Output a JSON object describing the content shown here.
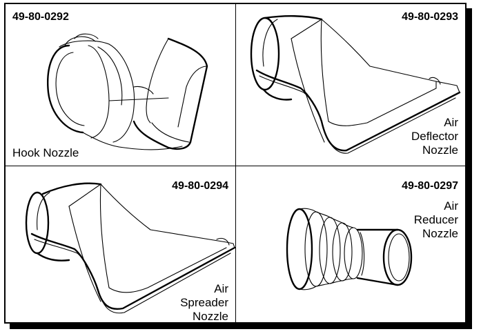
{
  "panels": [
    {
      "part_number": "49-80-0292",
      "label_lines": [
        "Hook Nozzle"
      ]
    },
    {
      "part_number": "49-80-0293",
      "label_lines": [
        "Air",
        "Deflector",
        "Nozzle"
      ]
    },
    {
      "part_number": "49-80-0294",
      "label_lines": [
        "Air",
        "Spreader",
        "Nozzle"
      ]
    },
    {
      "part_number": "49-80-0297",
      "label_lines": [
        "Air",
        "Reducer",
        "Nozzle"
      ]
    }
  ]
}
